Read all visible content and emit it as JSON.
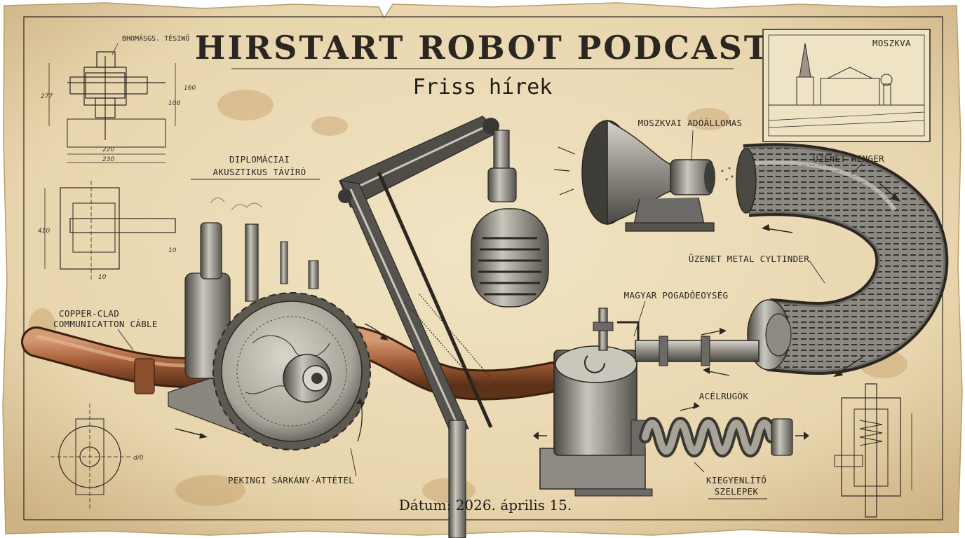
{
  "title": "HIRSTART ROBOT PODCAST",
  "subtitle": "Friss hírek",
  "date": "Dátum: 2026. április 15.",
  "inset": {
    "label": "MOSZKVA"
  },
  "labels": {
    "bhomasgos": "BHOMÁSGS. TÉSIWŐ",
    "diplomaciai_line1": "DIPLOMÁCIAI",
    "diplomaciai_line2": "AKUSZTIKUS TÁVÍRÓ",
    "moszkvai": "MOSZKVAI ADÓÁLLOMAS",
    "uzenet_henger": "ÜZENET HENGER",
    "uzenet_metal": "ÜZENET METAL CYLTINDER",
    "magyar": "MAGYAR POGADÓEOYSÉG",
    "copper_line1": "COPPER-CLAD",
    "copper_line2": "COMMUNICATTON CÁBLE",
    "pekingi": "PEKINGI SÁRKÁNY-ÁTTÉTEL",
    "acelrugok": "ACÉLRUGÓK",
    "kiegyenlito_line1": "KIEGYENLÍTŐ",
    "kiegyenlito_line2": "SZELEPEK"
  },
  "dimensions": {
    "d1": "277",
    "d2": "160",
    "d3": "106",
    "d4": "220",
    "d5": "230",
    "d6": "410",
    "d7": "10",
    "d8": "10",
    "d9": "d/0"
  },
  "colors": {
    "paper": "#ecdcb9",
    "ink": "#2b2620",
    "copper": "#a8613b",
    "steel": "#6b6a66"
  }
}
